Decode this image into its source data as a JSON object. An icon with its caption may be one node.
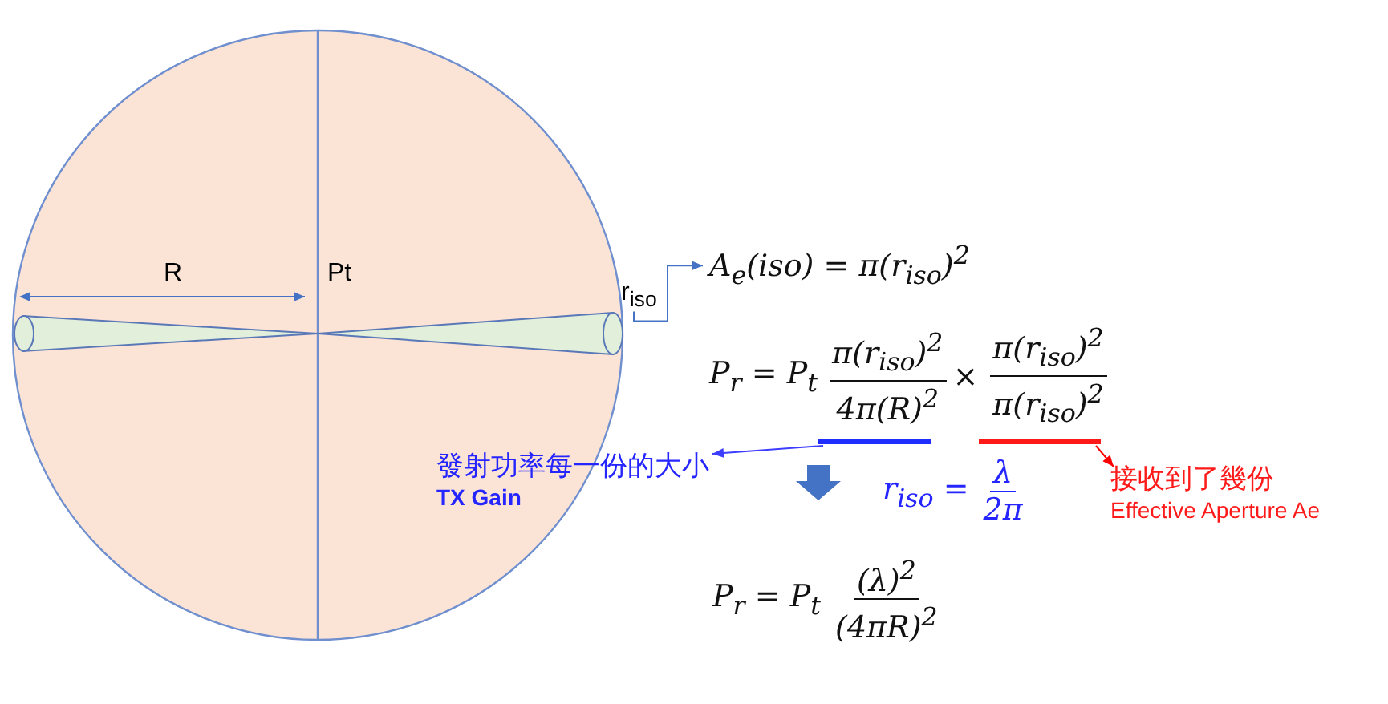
{
  "diagram": {
    "nodes": [
      {
        "text": [
          "R",
          "Pt"
        ]
      },
      {
        "text": [
          "r$_{iso}$"
        ]
      },
      {
        "text": [
          "A$_{e}$(iso) = π(r$_{iso}$)$^{2}$"
        ]
      },
      {
        "text": [],
        "shape": "bar"
      },
      {
        "text": [
          "發射功率每一份的大小",
          "TX Gain"
        ]
      },
      {
        "text": [],
        "shape": "bar"
      },
      {
        "text": [
          "接收到了幾份",
          "Effective Aperture Ae"
        ]
      }
    ],
    "edges": [
      {
        "from": 1,
        "to": 2,
        "arrow": "to",
        "color": "#4472c4"
      },
      {
        "from": 3,
        "to": 4,
        "arrow": "to",
        "color": "#3d3dff"
      },
      {
        "from": 5,
        "to": 6,
        "arrow": "to",
        "color": "#ff0000"
      }
    ],
    "labels": [
      "P$_{r}$ = P$_{t}$",
      "π(r$_{iso}$)$^{2}$",
      "4π(R)$^{2}$",
      "×",
      "π(r$_{iso}$)$^{2}$",
      "π(r$_{iso}$)$^{2}$",
      "r$_{iso}$ =",
      "λ",
      "2π",
      "P$_{r}$ = P$_{t}$",
      "(λ)$^{2}$",
      "(4πR)$^{2}$"
    ]
  }
}
